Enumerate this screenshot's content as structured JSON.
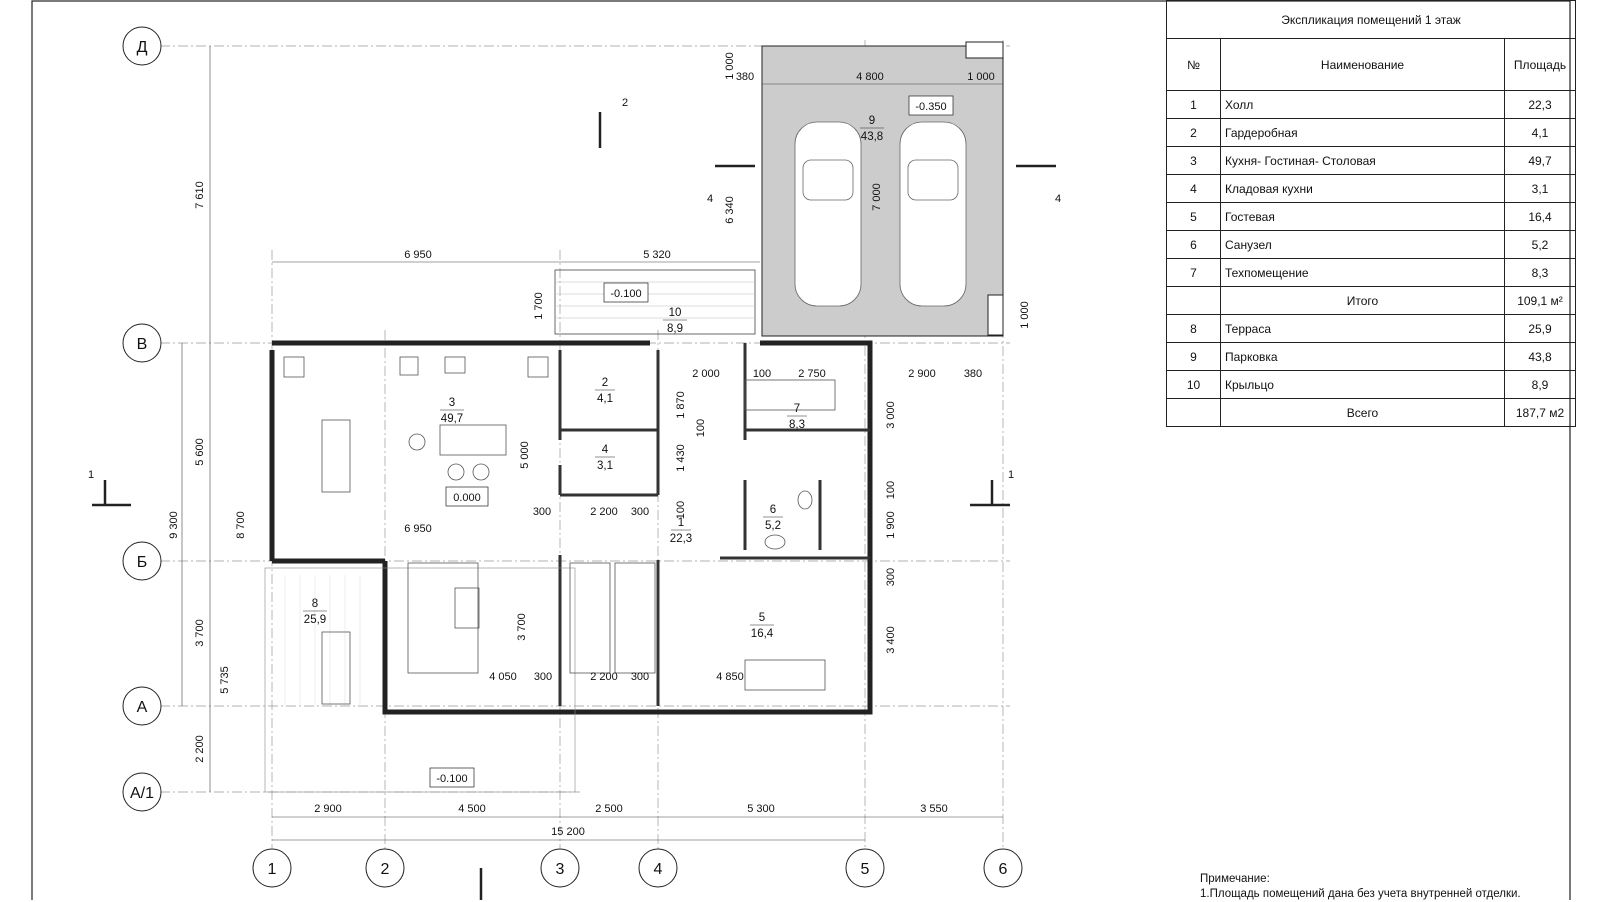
{
  "explication": {
    "title": "Экспликация помещений  1 этаж",
    "headers": {
      "no": "№",
      "name": "Наименование",
      "area": "Площадь"
    },
    "rows": [
      {
        "no": "1",
        "name": "Холл",
        "area": "22,3"
      },
      {
        "no": "2",
        "name": "Гардеробная",
        "area": "4,1"
      },
      {
        "no": "3",
        "name": "Кухня- Гостиная- Столовая",
        "area": "49,7"
      },
      {
        "no": "4",
        "name": "Кладовая кухни",
        "area": "3,1"
      },
      {
        "no": "5",
        "name": "Гостевая",
        "area": "16,4"
      },
      {
        "no": "6",
        "name": "Санузел",
        "area": "5,2"
      },
      {
        "no": "7",
        "name": "Техпомещение",
        "area": "8,3"
      }
    ],
    "subtotal": {
      "label": "Итого",
      "area": "109,1 м²"
    },
    "rows2": [
      {
        "no": "8",
        "name": "Терраса",
        "area": "25,9"
      },
      {
        "no": "9",
        "name": "Парковка",
        "area": "43,8"
      },
      {
        "no": "10",
        "name": "Крыльцо",
        "area": "8,9"
      }
    ],
    "total": {
      "label": "Всего",
      "area": "187,7 м2"
    }
  },
  "notes": {
    "heading": "Примечание:",
    "line1": "1.Площадь помещений дана без учета внутренней отделки."
  },
  "axes": {
    "rows": [
      "Д",
      "В",
      "Б",
      "А",
      "А/1"
    ],
    "cols": [
      "1",
      "2",
      "3",
      "4",
      "5",
      "6"
    ]
  },
  "rooms": [
    {
      "no": "1",
      "area": "22,3"
    },
    {
      "no": "2",
      "area": "4,1"
    },
    {
      "no": "3",
      "area": "49,7"
    },
    {
      "no": "4",
      "area": "3,1"
    },
    {
      "no": "5",
      "area": "16,4"
    },
    {
      "no": "6",
      "area": "5,2"
    },
    {
      "no": "7",
      "area": "8,3"
    },
    {
      "no": "8",
      "area": "25,9"
    },
    {
      "no": "9",
      "area": "43,8"
    },
    {
      "no": "10",
      "area": "8,9"
    }
  ],
  "levels": [
    "0.000",
    "-0.100",
    "-0.350",
    "-0.100"
  ],
  "sections": [
    "1",
    "1",
    "2",
    "4",
    "4"
  ],
  "dims": {
    "bottom1": [
      "2 900",
      "4 500",
      "2 500",
      "5 300",
      "3 550"
    ],
    "bottom_total": "15 200",
    "left_outer": [
      "7 610",
      "9 300"
    ],
    "left_inner": [
      "5 600",
      "3 700",
      "2 200",
      "8 700",
      "5 735"
    ],
    "top": [
      "6 950",
      "5 320"
    ],
    "garage_top": [
      "380",
      "4 800",
      "1 000"
    ],
    "garage_left": "1 000",
    "garage_mid": [
      "6 340",
      "7 000"
    ],
    "right": [
      "2 900",
      "380",
      "1 000",
      "3 000",
      "100",
      "1 900",
      "300",
      "3 400"
    ],
    "interior": [
      "6 950",
      "2 000",
      "100",
      "2 750",
      "1 870",
      "100",
      "1 430",
      "5 000",
      "300",
      "2 200",
      "300",
      "100",
      "3 700",
      "4 050",
      "300",
      "2 200",
      "300",
      "4 850",
      "1 700"
    ]
  },
  "colors": {
    "line": "#222222",
    "garage_fill": "#cccccc",
    "wall": "#444444"
  }
}
